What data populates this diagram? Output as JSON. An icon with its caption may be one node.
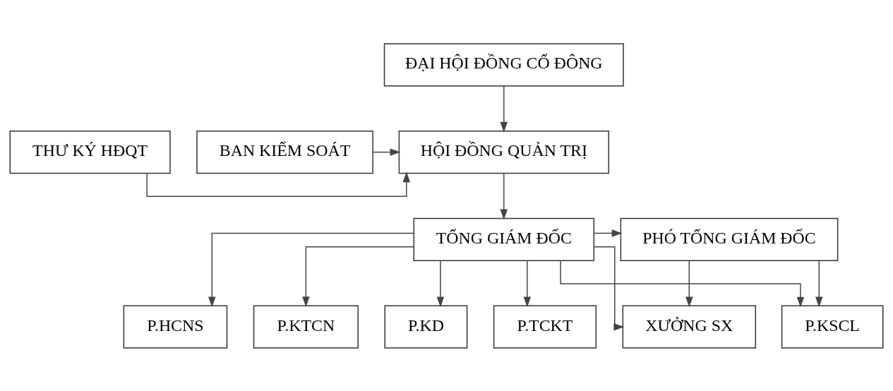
{
  "diagram": {
    "nodes": [
      {
        "text": [
          "ĐẠI HỘI ĐỒNG CỔ ĐÔNG"
        ]
      },
      {
        "text": [
          "THƯ KÝ HĐQT"
        ]
      },
      {
        "text": [
          "HỘI ĐỒNG QUẢN TRỊ"
        ]
      },
      {
        "text": [
          "BAN KIỂM SOÁT"
        ]
      },
      {
        "text": [
          "TỔNG GIÁM ĐỐC"
        ]
      },
      {
        "text": [
          "PHÓ TỔNG GIÁM ĐỐC"
        ]
      },
      {
        "text": [
          "P.KD"
        ]
      },
      {
        "text": [
          "P.TCKT"
        ]
      },
      {
        "text": [
          "P.HCNS"
        ]
      },
      {
        "text": [
          "P.KTCN"
        ]
      },
      {
        "text": [
          "XƯỞNG SX"
        ]
      },
      {
        "text": [
          "P.KSCL"
        ]
      }
    ],
    "edges": [
      {
        "from": 0,
        "to": 2,
        "arrow": "to"
      },
      {
        "from": 1,
        "to": 2,
        "arrow": "to"
      },
      {
        "from": 3,
        "to": 2,
        "arrow": "to"
      },
      {
        "from": 2,
        "to": 4,
        "arrow": "to"
      },
      {
        "from": 4,
        "to": 5,
        "arrow": "to"
      },
      {
        "from": 4,
        "to": 6,
        "arrow": "to"
      },
      {
        "from": 4,
        "to": 7,
        "arrow": "to"
      },
      {
        "from": 4,
        "to": 8,
        "arrow": "to"
      },
      {
        "from": 4,
        "to": 9,
        "arrow": "to"
      },
      {
        "from": 4,
        "to": 10,
        "arrow": "to"
      },
      {
        "from": 4,
        "to": 11,
        "arrow": "to"
      },
      {
        "from": 5,
        "to": 10,
        "arrow": "to"
      },
      {
        "from": 5,
        "to": 11,
        "arrow": "to"
      }
    ]
  }
}
